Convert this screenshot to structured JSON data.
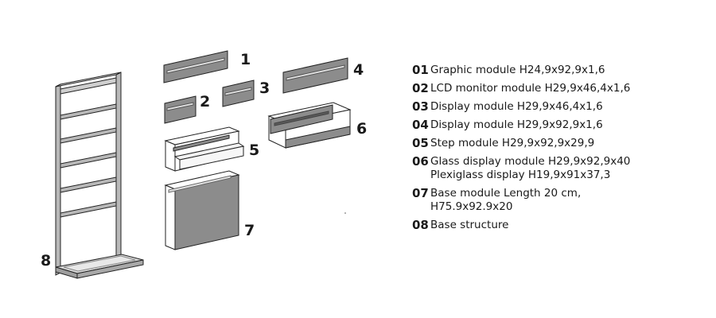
{
  "callouts": {
    "c1": "1",
    "c2": "2",
    "c3": "3",
    "c4": "4",
    "c5": "5",
    "c6": "6",
    "c7": "7",
    "c8": "8"
  },
  "legend": [
    {
      "num": "01",
      "lines": [
        "Graphic module H24,9x92,9x1,6"
      ]
    },
    {
      "num": "02",
      "lines": [
        "LCD monitor module H29,9x46,4x1,6"
      ]
    },
    {
      "num": "03",
      "lines": [
        "Display module H29,9x46,4x1,6"
      ]
    },
    {
      "num": "04",
      "lines": [
        "Display module H29,9x92,9x1,6"
      ]
    },
    {
      "num": "05",
      "lines": [
        "Step module H29,9x92,9x29,9"
      ]
    },
    {
      "num": "06",
      "lines": [
        "Glass display module H29,9x92,9x40",
        "Plexiglass display H19,9x91x37,3"
      ]
    },
    {
      "num": "07",
      "lines": [
        "Base module Length 20 cm,",
        "H75.9x92.9x20"
      ]
    },
    {
      "num": "08",
      "lines": [
        "Base structure"
      ]
    }
  ],
  "colors": {
    "panel_fill": "#8c8c8c",
    "panel_dark": "#5a5a5a",
    "outline": "#222222",
    "frame_fill": "#b8b8b8",
    "glass": "#ffffff"
  }
}
